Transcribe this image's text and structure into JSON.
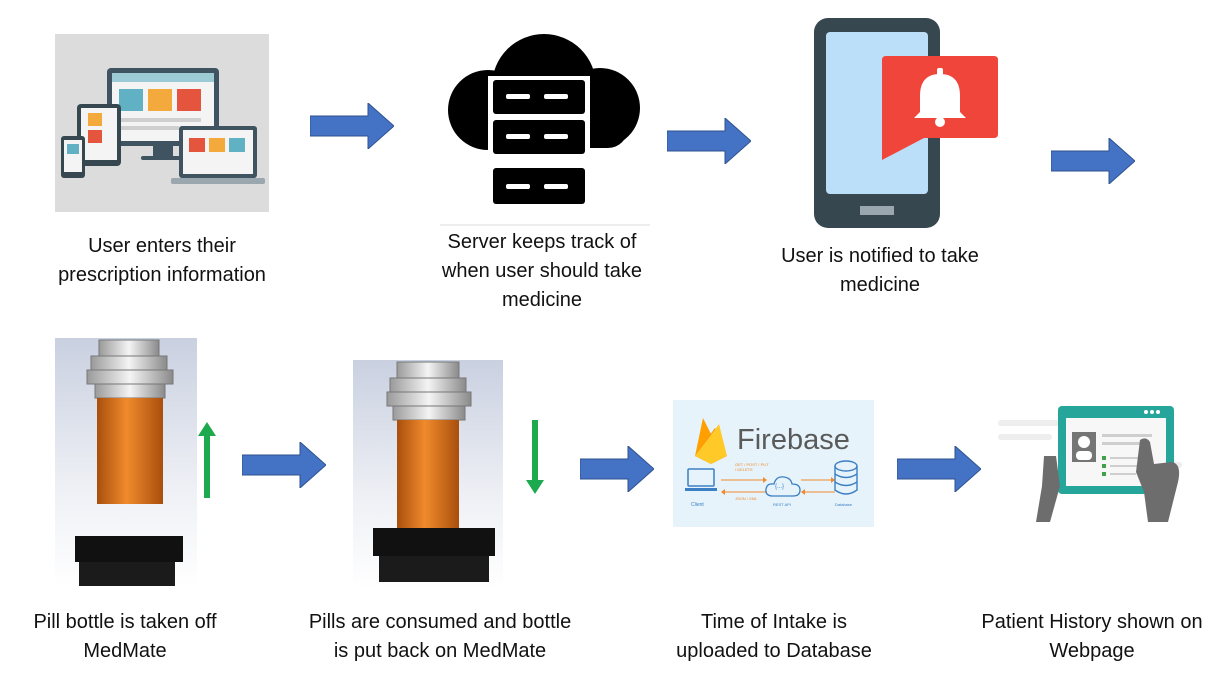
{
  "steps": [
    {
      "id": "enter",
      "caption": [
        "User enters their",
        "prescription information"
      ],
      "icon": "responsive-devices-icon"
    },
    {
      "id": "server",
      "caption": [
        "Server keeps track of",
        "when user should take",
        "medicine"
      ],
      "icon": "cloud-server-icon"
    },
    {
      "id": "notify",
      "caption": [
        "User is notified to take",
        "medicine"
      ],
      "icon": "phone-notification-icon"
    },
    {
      "id": "lift",
      "caption": [
        "Pill bottle is taken off",
        "MedMate"
      ],
      "icon": "pill-bottle-lifted-icon"
    },
    {
      "id": "return",
      "caption": [
        "Pills are consumed and bottle",
        "is put back on MedMate"
      ],
      "icon": "pill-bottle-returned-icon"
    },
    {
      "id": "upload",
      "caption": [
        "Time of Intake is",
        "uploaded to Database"
      ],
      "icon": "firebase-icon"
    },
    {
      "id": "history",
      "caption": [
        "Patient History shown on",
        "Webpage"
      ],
      "icon": "tablet-webpage-icon"
    }
  ],
  "firebase": {
    "brand": "Firebase",
    "request_label": "GET / POST / PUT / DELETE",
    "response_label": "JSON / XML",
    "api_symbol": "{...}",
    "client_label": "Client",
    "api_label": "REST API",
    "database_label": "Database"
  },
  "colors": {
    "flow_arrow": "#4472C4",
    "motion_arrow": "#1DAA4E",
    "bottle_orange": "#D9731E",
    "notification_red": "#F0453A",
    "phone_screen": "#BBDEF9",
    "phone_body": "#37474F"
  }
}
